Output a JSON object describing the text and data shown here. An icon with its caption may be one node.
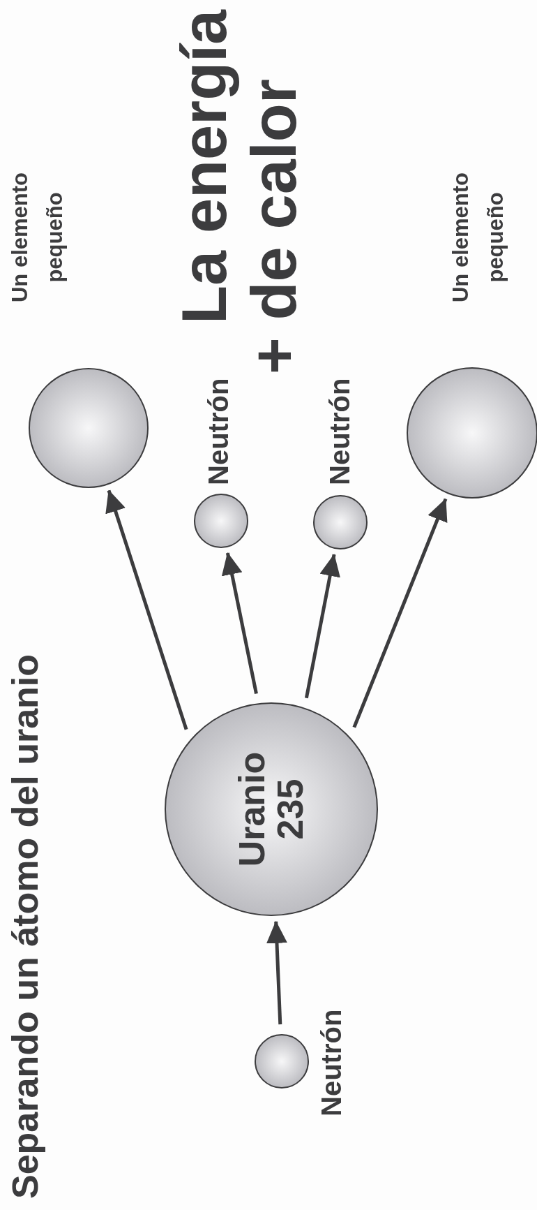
{
  "diagram": {
    "title": "Separando un átomo del uranio",
    "nodes": [
      {
        "text": [],
        "shape": "circle",
        "beside": [
          "Neutrón"
        ]
      },
      {
        "text": [
          "Uranio 235"
        ]
      },
      {
        "text": [],
        "shape": "circle",
        "beside": [
          "Un elemento pequeño"
        ]
      },
      {
        "text": [],
        "shape": "circle",
        "beside": [
          "Neutrón"
        ]
      },
      {
        "text": [],
        "shape": "circle",
        "beside": [
          "Neutrón"
        ]
      },
      {
        "text": [],
        "shape": "circle",
        "beside": [
          "Un elemento pequeño"
        ]
      }
    ],
    "edges": [
      {
        "from": 0,
        "to": 1,
        "arrow": "to"
      },
      {
        "from": 1,
        "to": 2,
        "arrow": "to"
      },
      {
        "from": 1,
        "to": 3,
        "arrow": "to"
      },
      {
        "from": 1,
        "to": 4,
        "arrow": "to"
      },
      {
        "from": 1,
        "to": 5,
        "arrow": "to"
      }
    ],
    "labels": [
      "La energía + de calor"
    ]
  }
}
